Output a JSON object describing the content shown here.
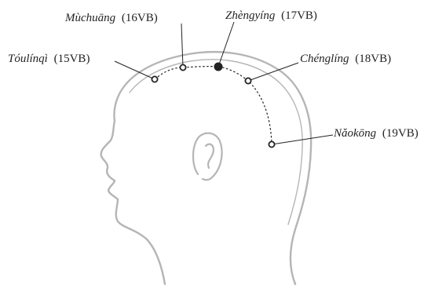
{
  "diagram": {
    "points": [
      {
        "id": "toulinqi",
        "name": "Tóulínqì",
        "code": "(15VB)",
        "highlighted": false
      },
      {
        "id": "muchuang",
        "name": "Mùchuāng",
        "code": "(16VB)",
        "highlighted": false
      },
      {
        "id": "zhengying",
        "name": "Zhèngyíng",
        "code": "(17VB)",
        "highlighted": true
      },
      {
        "id": "chengling",
        "name": "Chénglíng",
        "code": "(18VB)",
        "highlighted": false
      },
      {
        "id": "naokong",
        "name": "Nǎokōng",
        "code": "(19VB)",
        "highlighted": false
      }
    ],
    "colors": {
      "head_outline": "#b5b5b5",
      "meridian_line": "#222222",
      "point_fill_open": "#ffffff",
      "point_fill_highlight": "#222222",
      "text": "#222222"
    }
  }
}
